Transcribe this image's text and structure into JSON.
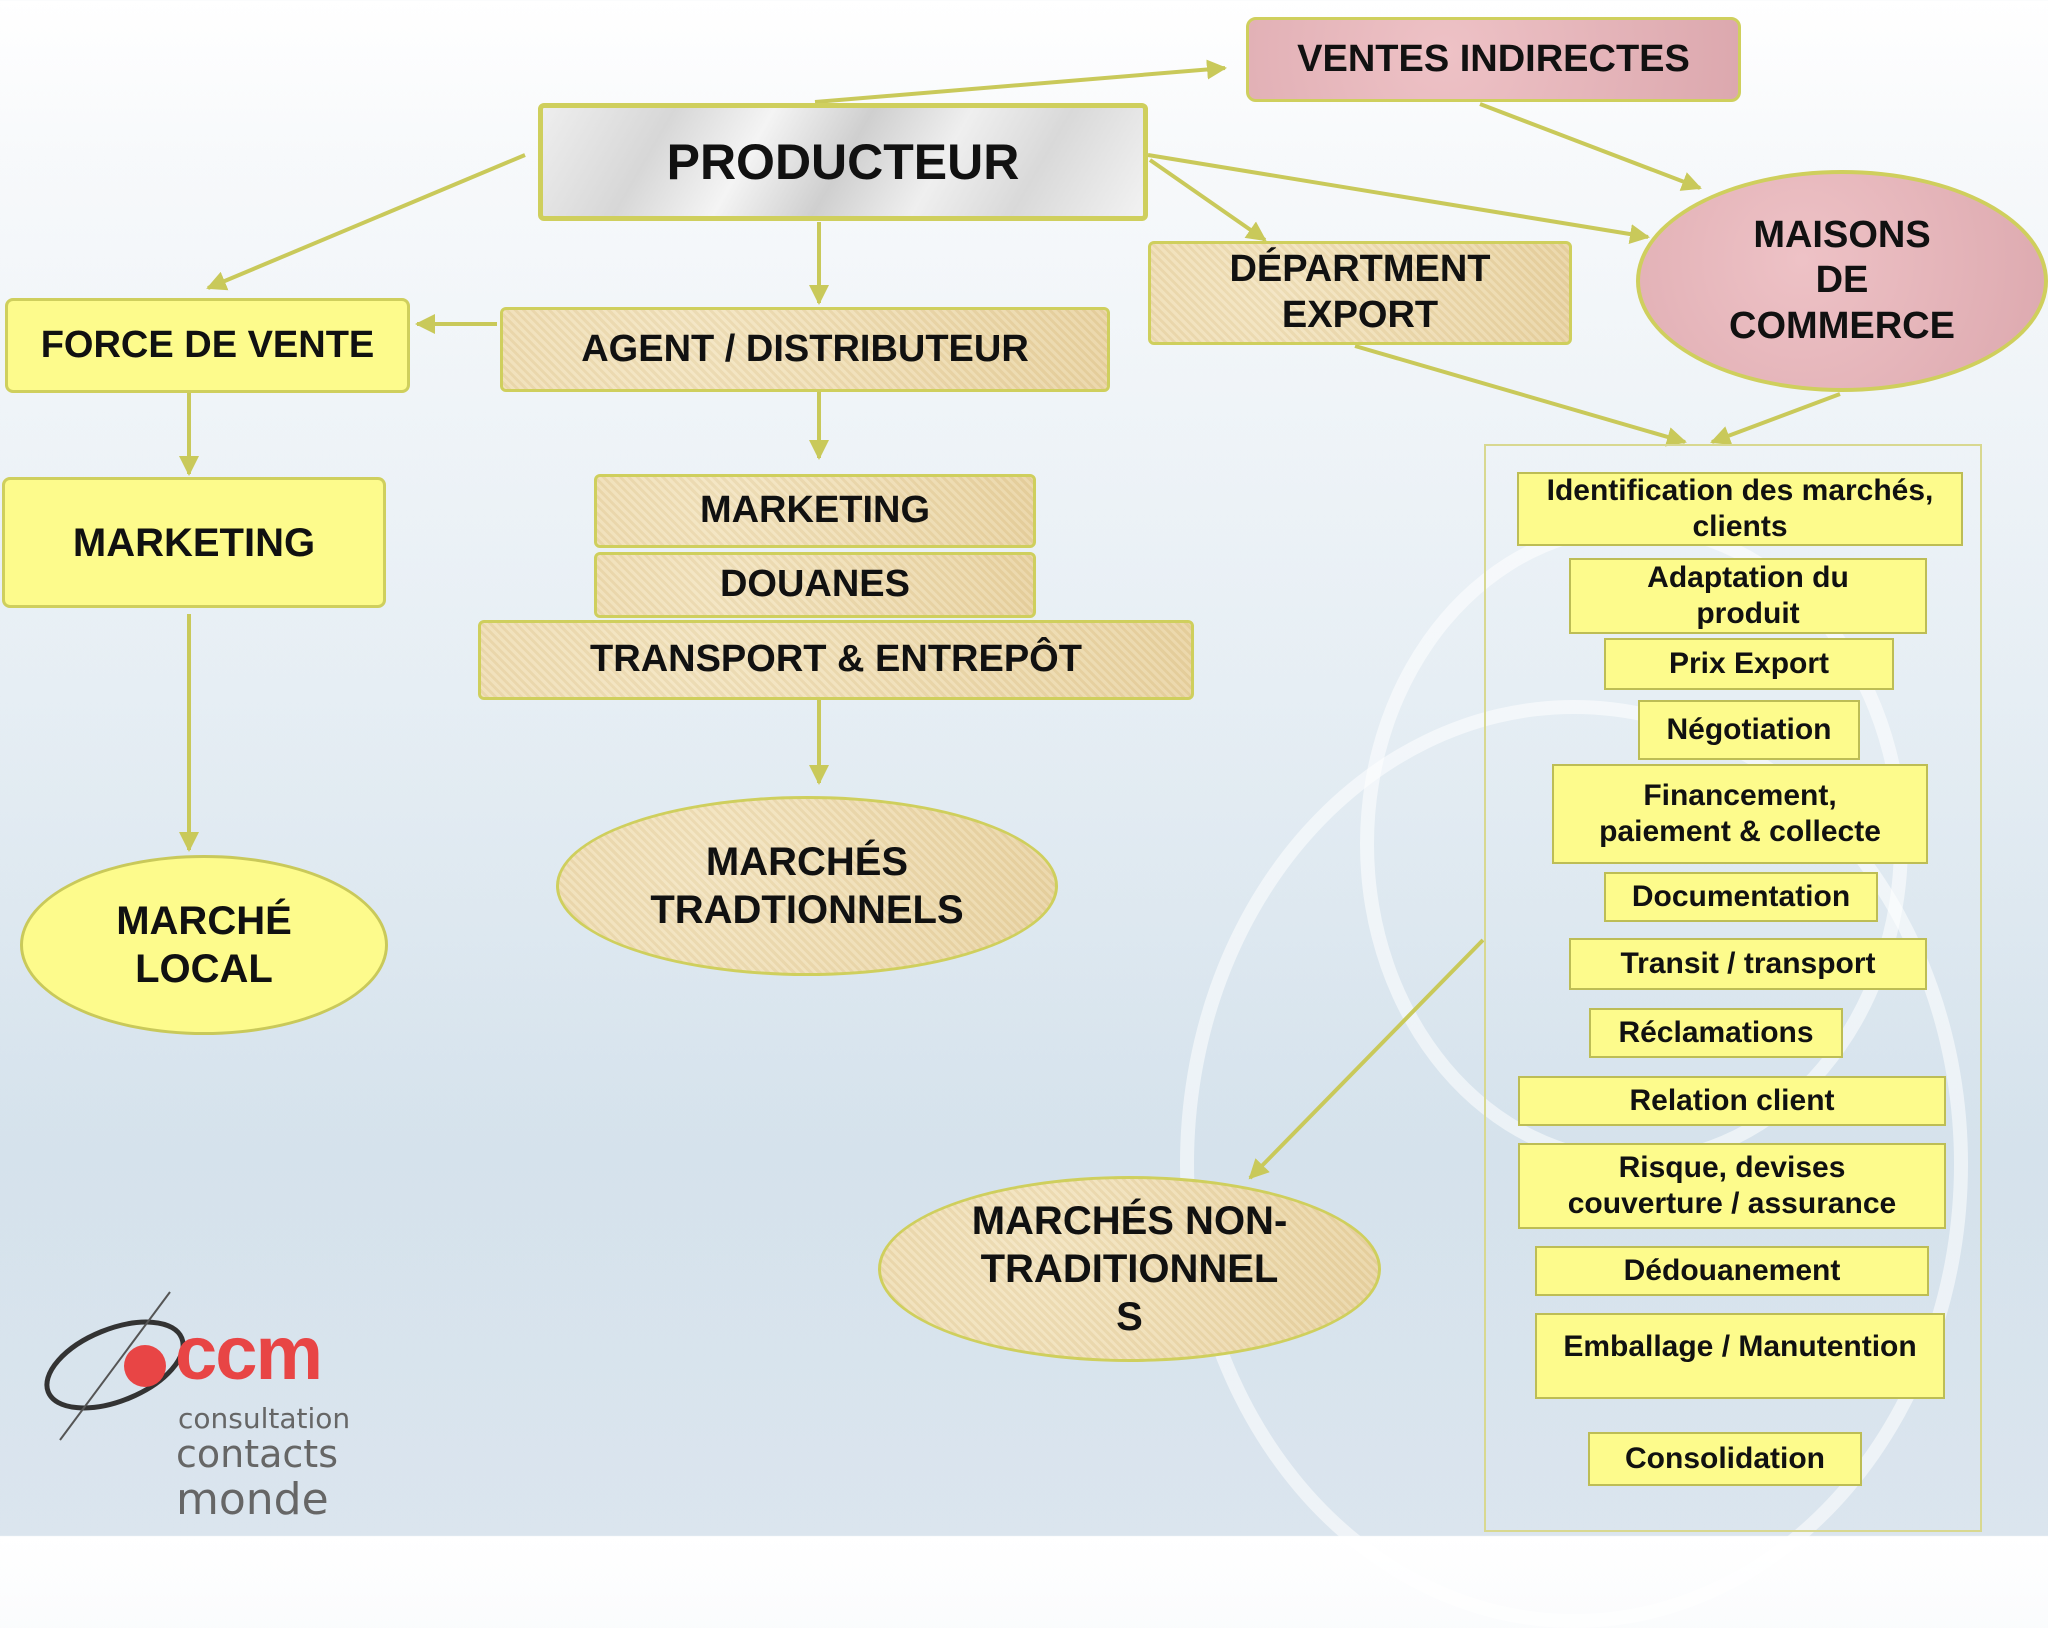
{
  "nodes": {
    "ventes_indirectes": "VENTES INDIRECTES",
    "producteur": "PRODUCTEUR",
    "maisons_de_commerce": [
      "MAISONS",
      "DE",
      "COMMERCE"
    ],
    "departement_export": [
      "DÉPARTMENT",
      "EXPORT"
    ],
    "force_de_vente": "FORCE DE VENTE",
    "agent_distributeur": "AGENT / DISTRIBUTEUR",
    "marketing_left": "MARKETING",
    "marketing_center": "MARKETING",
    "douanes": "DOUANES",
    "transport_entrepot": "TRANSPORT & ENTREPÔT",
    "marche_local": [
      "MARCHÉ",
      "LOCAL"
    ],
    "marches_traditionnels": [
      "MARCHÉS",
      "TRADTIONNELS"
    ],
    "marches_non_traditionnels": [
      "MARCHÉS NON-",
      "TRADITIONNEL",
      "S"
    ]
  },
  "export_tasks": [
    [
      "Identification des marchés,",
      "clients"
    ],
    [
      "Adaptation du",
      "produit"
    ],
    [
      "Prix Export"
    ],
    [
      "Négotiation"
    ],
    [
      "Financement,",
      "paiement & collecte"
    ],
    [
      "Documentation"
    ],
    [
      "Transit / transport"
    ],
    [
      "Réclamations"
    ],
    [
      "Relation client"
    ],
    [
      "Risque, devises",
      "couverture / assurance"
    ],
    [
      "Dédouanement"
    ],
    [
      "Emballage / Manutention"
    ],
    [
      "Consolidation"
    ]
  ],
  "logo": {
    "mark": "ccm",
    "line1": "consultation",
    "line2": "contacts",
    "line3": "monde",
    "accent_color": "#e84545"
  },
  "colors": {
    "arrow": "#c9c95a",
    "yellow_box": "#fdfb8c",
    "tan_box": "#efdcaf",
    "pink_box": "#dca8ae"
  }
}
